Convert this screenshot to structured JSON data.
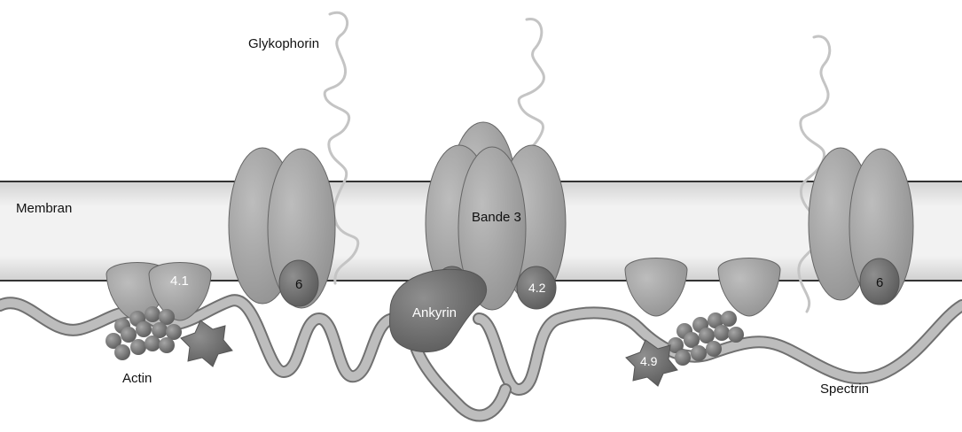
{
  "labels": {
    "glykophorin": "Glykophorin",
    "membran": "Membran",
    "bande3": "Bande 3",
    "ankyrin": "Ankyrin",
    "actin": "Actin",
    "spectrin": "Spectrin",
    "p41": "4.1",
    "p42": "4.2",
    "p49": "4.9",
    "p6_left": "6",
    "p6_right": "6"
  },
  "colors": {
    "membrane_band": "#e6e6e6",
    "protein_fill": "#a9a9a9",
    "protein_dark": "#7a7a7a",
    "spectrin_fill": "#b5b5b5",
    "glykophorin_strand": "#c8c8c8",
    "outline": "#555555"
  },
  "icons": [
    "glykophorin-strand",
    "actin-cluster",
    "protein-4-9-star"
  ]
}
